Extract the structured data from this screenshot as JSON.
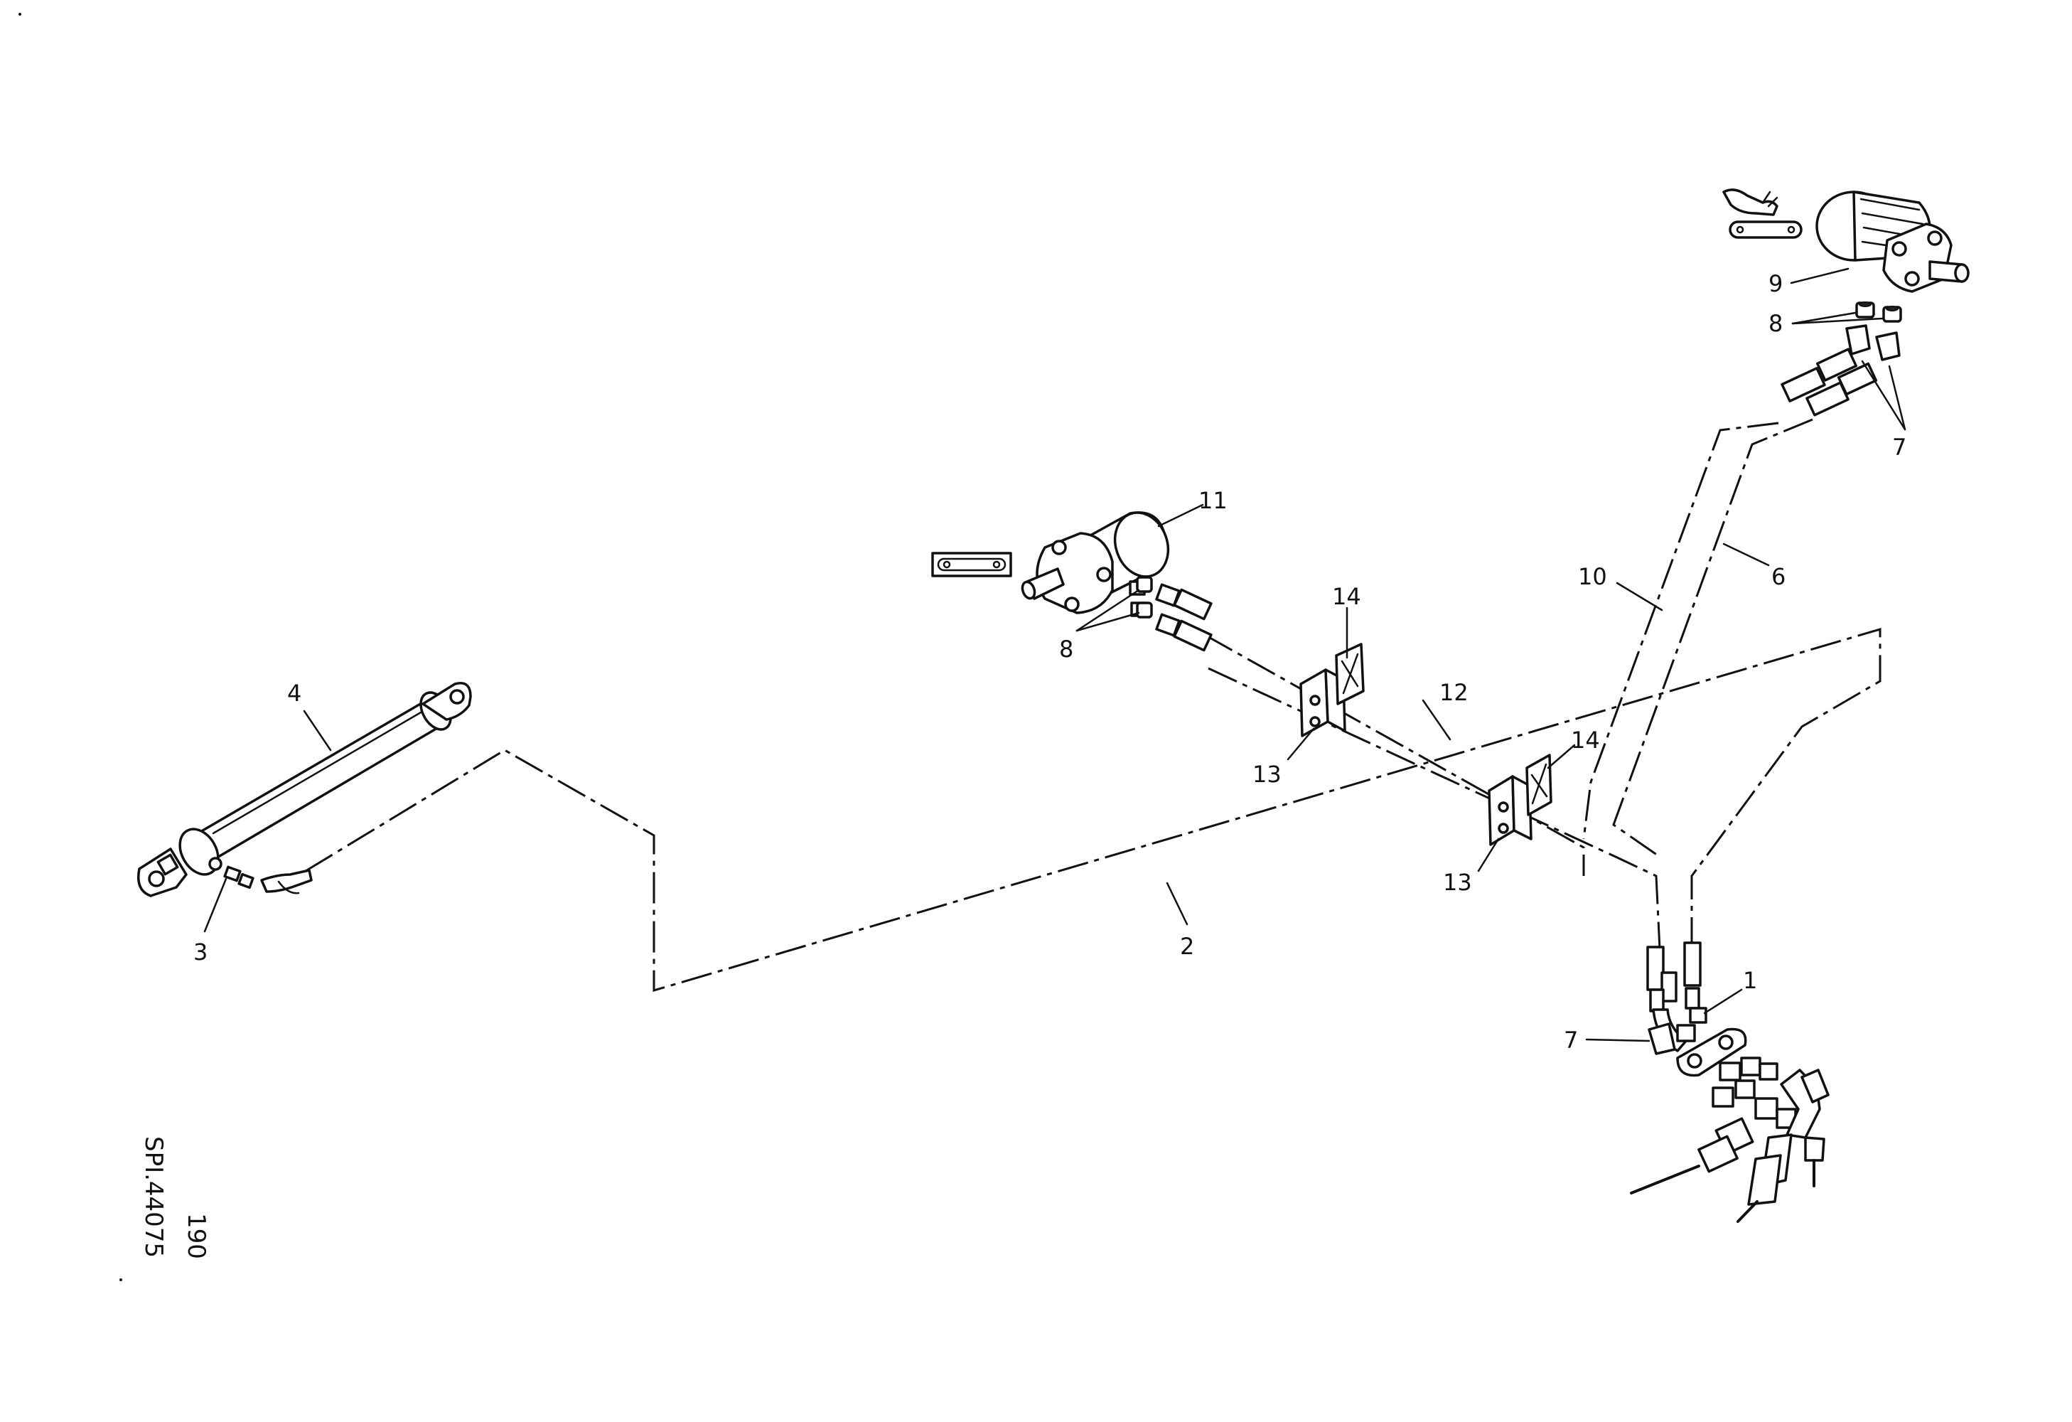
{
  "drawing": {
    "code_line_1": "SPI.44075",
    "code_line_2": "190"
  },
  "callouts": {
    "c1": "1",
    "c2": "2",
    "c3": "3",
    "c4": "4",
    "c6": "6",
    "c7a": "7",
    "c7b": "7",
    "c8a": "8",
    "c8b": "8",
    "c9": "9",
    "c10": "10",
    "c11": "11",
    "c12": "12",
    "c13a": "13",
    "c13b": "13",
    "c14a": "14",
    "c14b": "14"
  }
}
